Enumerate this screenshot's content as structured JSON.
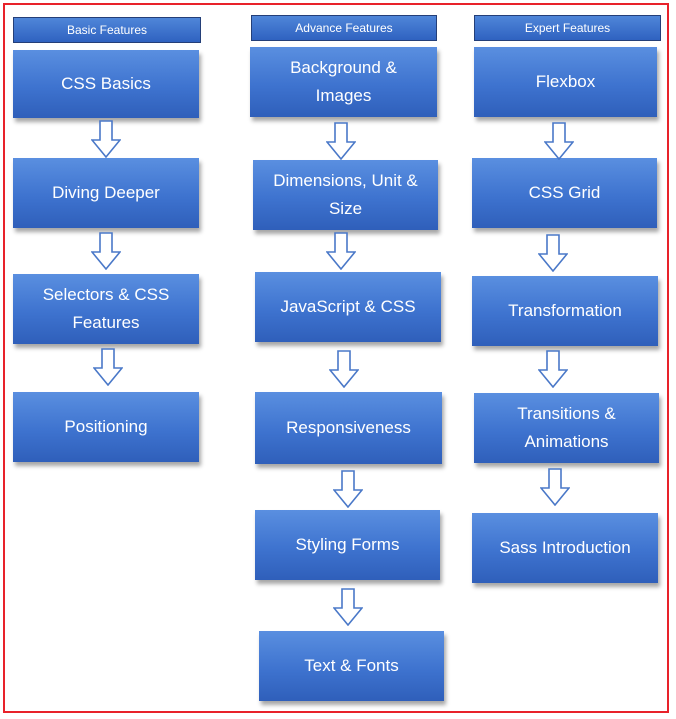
{
  "columns": [
    {
      "header": "Basic Features",
      "items": [
        "CSS Basics",
        "Diving Deeper",
        "Selectors & CSS Features",
        "Positioning"
      ]
    },
    {
      "header": "Advance Features",
      "items": [
        "Background & Images",
        "Dimensions, Unit & Size",
        "JavaScript & CSS",
        "Responsiveness",
        "Styling Forms",
        "Text & Fonts"
      ]
    },
    {
      "header": "Expert Features",
      "items": [
        "Flexbox",
        "CSS Grid",
        "Transformation",
        "Transitions & Animations",
        "Sass Introduction"
      ]
    }
  ],
  "colors": {
    "border": "#e8222a",
    "box_top": "#5a8fe0",
    "box_bottom": "#2f5fba",
    "arrow_stroke": "#4a78c8"
  }
}
